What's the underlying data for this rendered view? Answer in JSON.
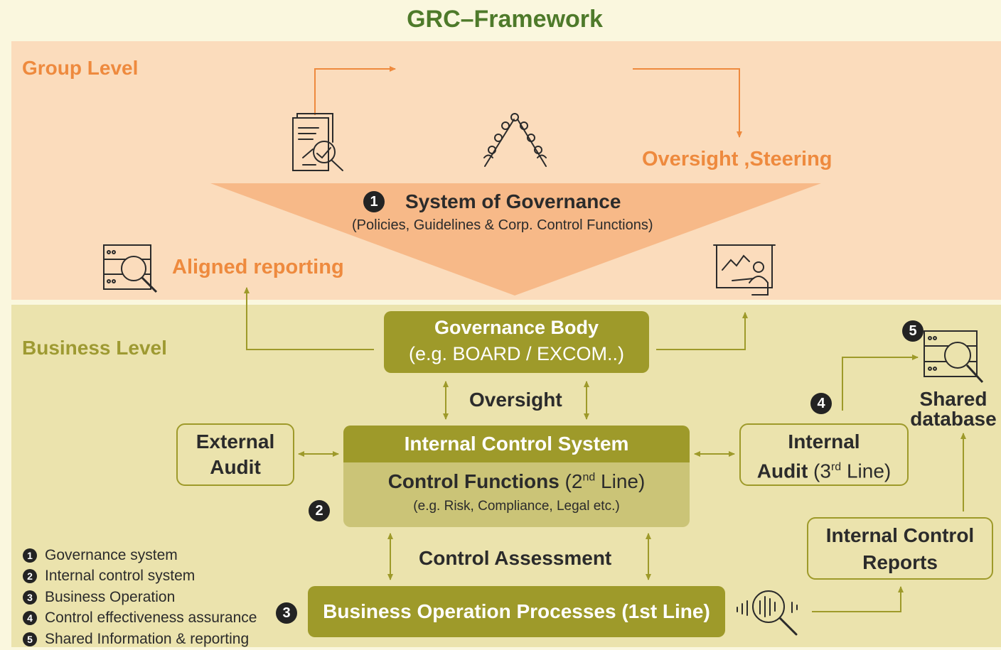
{
  "title": "GRC–Framework",
  "group_level": {
    "label": "Group Level",
    "oversight_steering": "Oversight ,Steering",
    "aligned_reporting": "Aligned reporting",
    "system_of_governance": {
      "number": "1",
      "title": "System of Governance",
      "subtitle": "(Policies, Guidelines & Corp. Control Functions)"
    }
  },
  "business_level": {
    "label": "Business Level",
    "governance_body": {
      "line1": "Governance Body",
      "line2": "(e.g. BOARD / EXCOM..)"
    },
    "oversight": "Oversight",
    "internal_control_system": {
      "number": "2",
      "header": "Internal Control System",
      "control_functions": "Control Functions",
      "second_line_pre": "(2",
      "second_line_sup": "nd",
      "second_line_post": " Line)",
      "examples": "(e.g. Risk, Compliance, Legal etc.)"
    },
    "external_audit": {
      "line1": "External",
      "line2": "Audit"
    },
    "internal_audit": {
      "number": "4",
      "line1": "Internal",
      "line2_bold": "Audit",
      "line2_pre": " (3",
      "line2_sup": "rd",
      "line2_post": " Line)"
    },
    "shared_database": {
      "number": "5",
      "line1": "Shared",
      "line2": "database"
    },
    "control_assessment": "Control Assessment",
    "business_operation": {
      "number": "3",
      "label": "Business Operation Processes (1st Line)"
    },
    "internal_control_reports": {
      "line1": "Internal Control",
      "line2": "Reports"
    }
  },
  "legend": [
    {
      "num": "1",
      "text": "Governance system"
    },
    {
      "num": "2",
      "text": "Internal control system"
    },
    {
      "num": "3",
      "text": "Business Operation"
    },
    {
      "num": "4",
      "text": "Control effectiveness assurance"
    },
    {
      "num": "5",
      "text": "Shared Information & reporting"
    }
  ],
  "colors": {
    "title_green": "#4e7a2a",
    "group_band": "#fbdcbc",
    "business_band": "#ebe3ad",
    "accent_orange": "#ee8a3e",
    "olive": "#9e9a2a",
    "olive_light": "#cbc477",
    "triangle": "#f7b988"
  },
  "icons": [
    "report-analysis-icon",
    "meeting-people-icon",
    "database-search-icon",
    "presentation-chart-icon",
    "search-waveform-icon"
  ]
}
